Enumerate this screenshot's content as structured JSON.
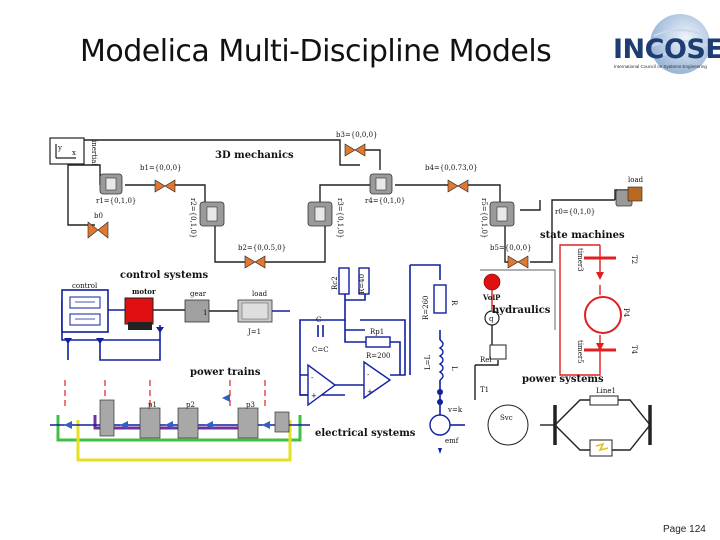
{
  "slide": {
    "title": "Modelica Multi-Discipline Models",
    "page": "Page 124"
  },
  "logo": {
    "name": "INCOSE",
    "tagline": "International Council on Systems Engineering"
  },
  "sections": {
    "mechanics3d": "3D mechanics",
    "control": "control systems",
    "powertrain": "power trains",
    "electrical": "electrical systems",
    "hydraulics": "hydraulics",
    "statemachines": "state machines",
    "powersystems": "power systems"
  },
  "labels": {
    "inertial": "inertial",
    "b0": "b0",
    "b1": "b1={0,0,0}",
    "r1": "r1={0,1,0}",
    "b2": "b2={0,0.5,0}",
    "b3": "b3={0,0,0}",
    "b4": "b4={0,0.73,0}",
    "b5": "b5={0,0,0}",
    "r0": "r0={0,1,0}",
    "r2": "r2={0,1,0}",
    "r3": "r3={0,1,0}",
    "r4": "r4={0,1,0}",
    "r5": "r5={0,1,0}",
    "load3d": "load",
    "control": "control",
    "motor": "motor",
    "gear": "gear",
    "load": "load",
    "gear_ratio": "1",
    "j": "J=1",
    "rc2": "Rc2",
    "r40": "R=40",
    "r260": "R=260",
    "c": "C",
    "cc": "C=C",
    "rp1": "Rp1",
    "r200": "R=200",
    "rl": "R",
    "ll": "L=L",
    "l": "L",
    "vk": "v=k",
    "emf": "emf",
    "volp": "VolP",
    "q": "q",
    "rel": "Rel",
    "t1": "T1",
    "p1": "p1",
    "p2": "p2",
    "p3": "p3",
    "t2": "T2",
    "t4": "T4",
    "p4": "P4",
    "timer3": "timer3",
    "timer5": "timer5",
    "svc": "Svc",
    "line": "Line1"
  },
  "colors": {
    "wire": "#1020a0",
    "accent": "#e02020",
    "pipe_green": "#40c040",
    "pipe_yellow": "#e6e020",
    "pipe_purple": "#7030a0"
  }
}
